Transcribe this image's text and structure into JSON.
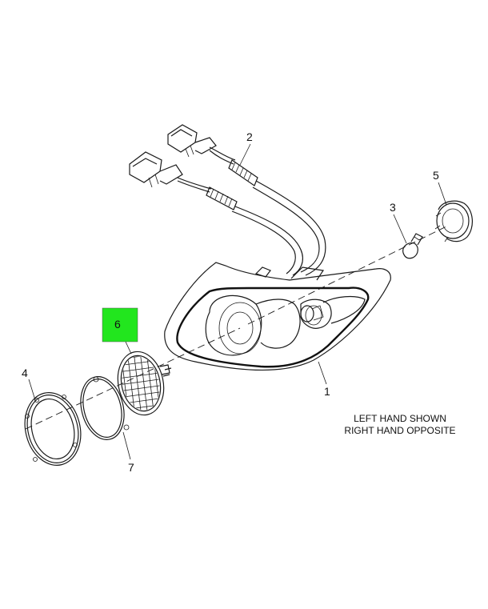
{
  "callouts": {
    "c1": "1",
    "c2": "2",
    "c3": "3",
    "c4": "4",
    "c5": "5",
    "c6": "6",
    "c7": "7"
  },
  "note": {
    "line1": "LEFT HAND SHOWN",
    "line2": "RIGHT HAND OPPOSITE"
  },
  "colors": {
    "highlight": "#22e61e",
    "ink": "#1a1a1a"
  },
  "selected_callout": "6"
}
